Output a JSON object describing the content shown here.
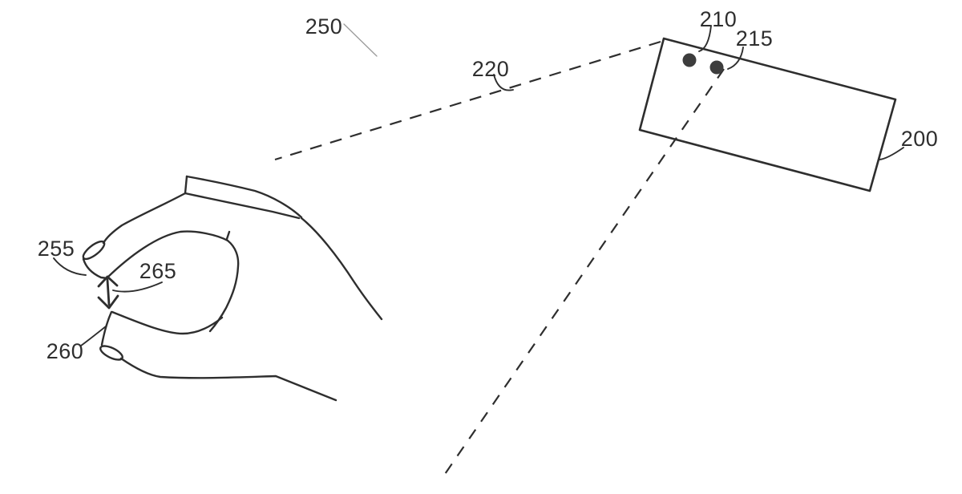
{
  "figure": {
    "background_color": "#ffffff",
    "ink_color": "#2e2e2e",
    "thin_leader_color": "#9b9b9b",
    "camera_dot_color": "#3d3d3d"
  },
  "labels": {
    "r200": {
      "text": "200"
    },
    "r210": {
      "text": "210"
    },
    "r215": {
      "text": "215"
    },
    "r220": {
      "text": "220"
    },
    "r250": {
      "text": "250"
    },
    "r255": {
      "text": "255"
    },
    "r260": {
      "text": "260"
    },
    "r265": {
      "text": "265"
    }
  }
}
